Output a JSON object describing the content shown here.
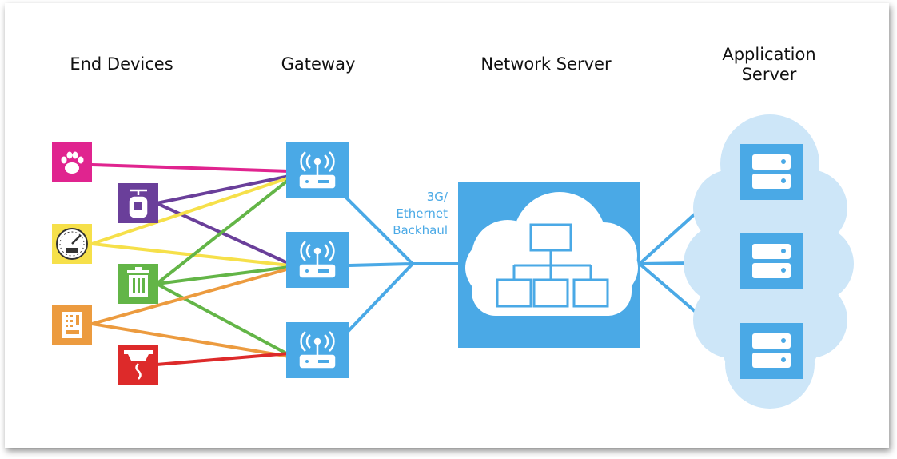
{
  "columns": {
    "end_devices": "End Devices",
    "gateway": "Gateway",
    "network_server": "Network Server",
    "application_server": "Application\nServer"
  },
  "backhaul_label": "3G/\nEthernet\nBackhaul",
  "colors": {
    "pink": "#e0248f",
    "purple": "#6a3f9a",
    "yellow": "#f6e04a",
    "green": "#63b547",
    "orange": "#ec9b3f",
    "red": "#dd2a2a",
    "blue": "#4aa9e6",
    "cloud_light": "#cde6f8"
  },
  "end_devices": [
    {
      "name": "pet-tracker",
      "icon": "paw-icon",
      "color": "#e0248f"
    },
    {
      "name": "gas-sensor",
      "icon": "gas-tank-icon",
      "color": "#6a3f9a"
    },
    {
      "name": "meter",
      "icon": "gauge-icon",
      "color": "#f6e04a"
    },
    {
      "name": "trash-sensor",
      "icon": "trash-can-icon",
      "color": "#63b547"
    },
    {
      "name": "vending-machine",
      "icon": "vending-machine-icon",
      "color": "#ec9b3f"
    },
    {
      "name": "smoke-detector",
      "icon": "smoke-detector-icon",
      "color": "#dd2a2a"
    }
  ],
  "gateways": [
    {
      "icon": "gateway-router-icon"
    },
    {
      "icon": "gateway-router-icon"
    },
    {
      "icon": "gateway-router-icon"
    }
  ],
  "network_server": {
    "icon": "network-hierarchy-icon"
  },
  "application_servers": [
    {
      "icon": "server-icon"
    },
    {
      "icon": "server-icon"
    },
    {
      "icon": "server-icon"
    }
  ]
}
